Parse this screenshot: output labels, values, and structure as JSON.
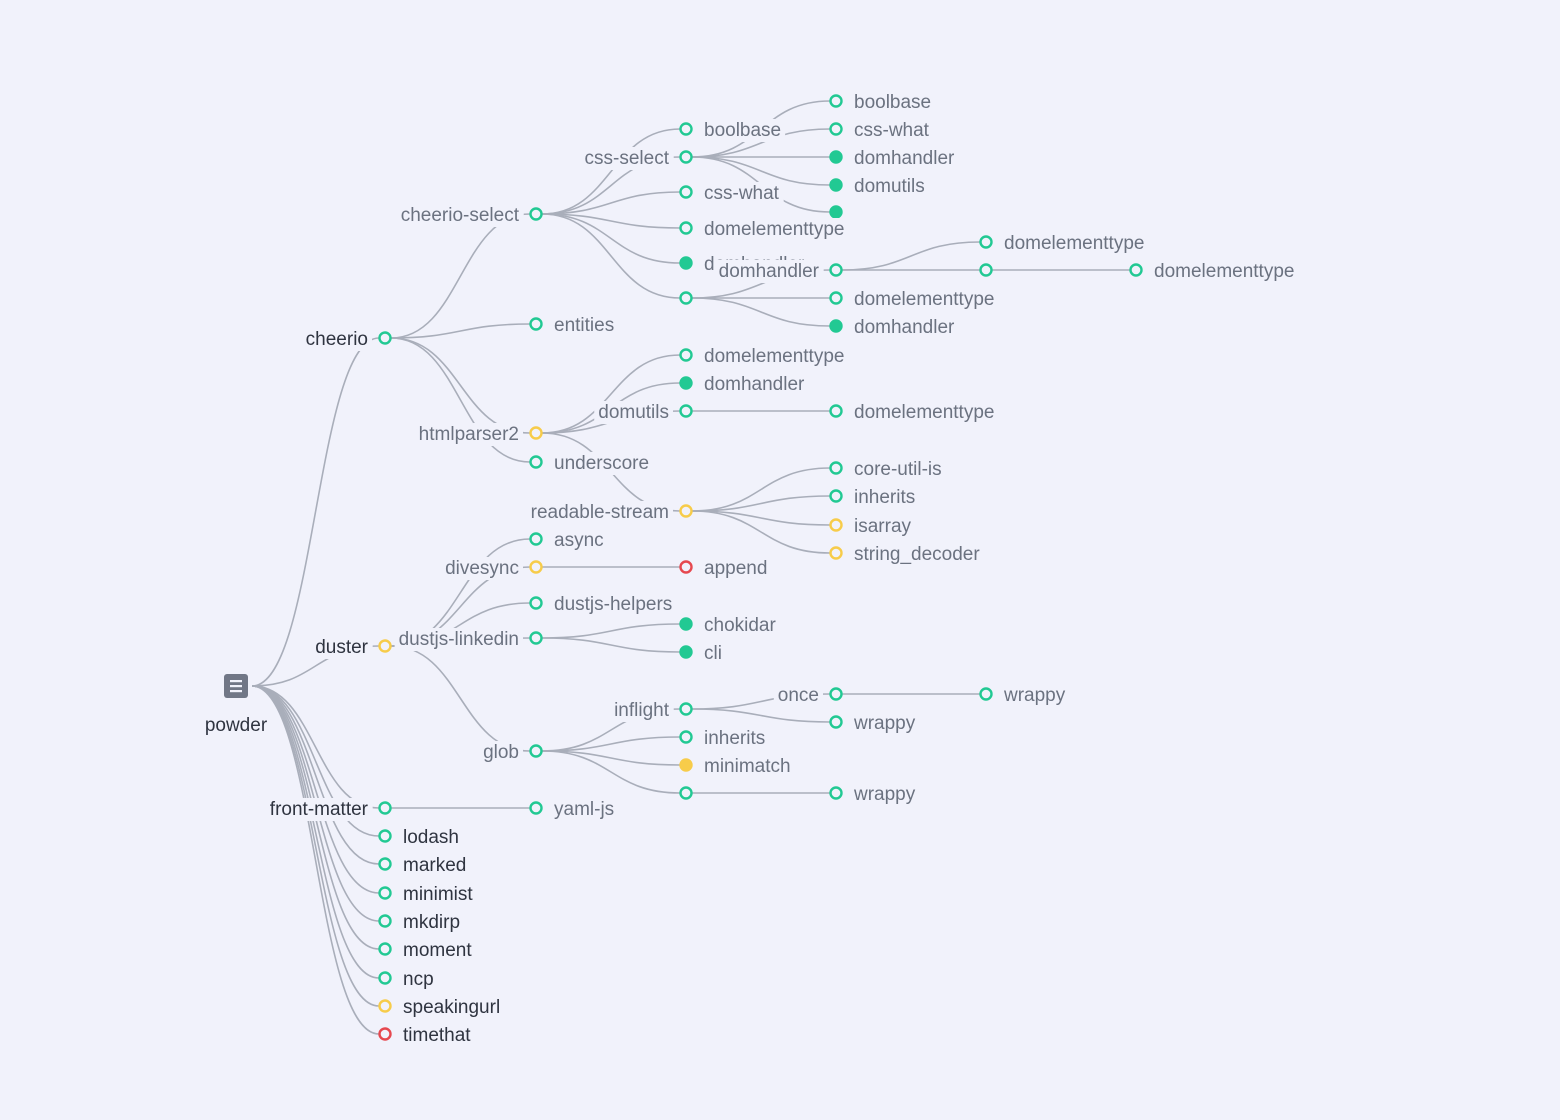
{
  "root": {
    "label": "powder",
    "icon": "document-icon"
  },
  "colors": {
    "ok": "#22c993",
    "warn": "#f7cc4a",
    "error": "#e6484f",
    "link": "#a9aeba",
    "background": "#f1f2fb"
  },
  "tree": {
    "label": "powder",
    "children": [
      {
        "label": "cheerio",
        "status": "ok",
        "children": [
          {
            "label": "cheerio-select",
            "status": "ok",
            "children": [
              {
                "label": "css-select",
                "status": "ok",
                "children": [
                  {
                    "label": "boolbase",
                    "status": "ok",
                    "children": []
                  },
                  {
                    "label": "css-what",
                    "status": "ok",
                    "children": []
                  },
                  {
                    "label": "domhandler",
                    "status": "ok",
                    "filled": true,
                    "children": []
                  },
                  {
                    "label": "domutils",
                    "status": "ok",
                    "filled": true,
                    "children": []
                  },
                  {
                    "label": "",
                    "status": "ok",
                    "filled": true,
                    "children": []
                  }
                ]
              },
              {
                "label": "boolbase",
                "status": "ok",
                "children": []
              },
              {
                "label": "css-what",
                "status": "ok",
                "children": []
              },
              {
                "label": "domelementtype",
                "status": "ok",
                "children": []
              },
              {
                "label": "domhandler",
                "status": "ok",
                "filled": true,
                "children": []
              },
              {
                "label": "",
                "status": "ok",
                "children": [
                  {
                    "label": "domhandler",
                    "status": "ok",
                    "children": [
                      {
                        "label": "domelementtype",
                        "status": "ok",
                        "children": []
                      },
                      {
                        "label": "",
                        "status": "ok",
                        "children": [
                          {
                            "label": "domelementtype",
                            "status": "ok",
                            "children": []
                          }
                        ]
                      }
                    ]
                  },
                  {
                    "label": "domelementtype",
                    "status": "ok",
                    "children": []
                  },
                  {
                    "label": "domhandler",
                    "status": "ok",
                    "filled": true,
                    "children": []
                  }
                ]
              }
            ]
          },
          {
            "label": "entities",
            "status": "ok",
            "children": []
          },
          {
            "label": "htmlparser2",
            "status": "warn",
            "children": [
              {
                "label": "domutils",
                "status": "ok",
                "children": [
                  {
                    "label": "domelementtype",
                    "status": "ok",
                    "children": []
                  }
                ]
              },
              {
                "label": "domelementtype",
                "status": "ok",
                "children": []
              },
              {
                "label": "domhandler",
                "status": "ok",
                "filled": true,
                "children": []
              },
              {
                "label": "readable-stream",
                "status": "warn",
                "children": [
                  {
                    "label": "core-util-is",
                    "status": "ok",
                    "children": []
                  },
                  {
                    "label": "inherits",
                    "status": "ok",
                    "children": []
                  },
                  {
                    "label": "isarray",
                    "status": "warn",
                    "children": []
                  },
                  {
                    "label": "string_decoder",
                    "status": "warn",
                    "children": []
                  }
                ]
              }
            ]
          },
          {
            "label": "underscore",
            "status": "ok",
            "children": []
          }
        ]
      },
      {
        "label": "duster",
        "status": "warn",
        "children": [
          {
            "label": "dustjs-linkedin",
            "status": "ok",
            "children": [
              {
                "label": "chokidar",
                "status": "ok",
                "filled": true,
                "children": []
              },
              {
                "label": "cli",
                "status": "ok",
                "filled": true,
                "children": []
              }
            ]
          },
          {
            "label": "divesync",
            "status": "warn",
            "children": [
              {
                "label": "append",
                "status": "error",
                "children": []
              }
            ]
          },
          {
            "label": "async",
            "status": "ok",
            "children": []
          },
          {
            "label": "dustjs-helpers",
            "status": "ok",
            "children": []
          },
          {
            "label": "glob",
            "status": "ok",
            "children": [
              {
                "label": "inflight",
                "status": "ok",
                "children": [
                  {
                    "label": "once",
                    "status": "ok",
                    "children": [
                      {
                        "label": "wrappy",
                        "status": "ok",
                        "children": []
                      }
                    ]
                  },
                  {
                    "label": "wrappy",
                    "status": "ok",
                    "children": []
                  }
                ]
              },
              {
                "label": "inherits",
                "status": "ok",
                "children": []
              },
              {
                "label": "minimatch",
                "status": "warn",
                "filled": true,
                "children": []
              },
              {
                "label": "",
                "status": "ok",
                "children": [
                  {
                    "label": "wrappy",
                    "status": "ok",
                    "children": []
                  }
                ]
              }
            ]
          }
        ]
      },
      {
        "label": "front-matter",
        "status": "ok",
        "children": [
          {
            "label": "yaml-js",
            "status": "ok",
            "children": []
          }
        ]
      },
      {
        "label": "lodash",
        "status": "ok",
        "children": []
      },
      {
        "label": "marked",
        "status": "ok",
        "children": []
      },
      {
        "label": "minimist",
        "status": "ok",
        "children": []
      },
      {
        "label": "mkdirp",
        "status": "ok",
        "children": []
      },
      {
        "label": "moment",
        "status": "ok",
        "children": []
      },
      {
        "label": "ncp",
        "status": "ok",
        "children": []
      },
      {
        "label": "speakingurl",
        "status": "warn",
        "children": []
      },
      {
        "label": "timethat",
        "status": "error",
        "children": []
      }
    ]
  }
}
